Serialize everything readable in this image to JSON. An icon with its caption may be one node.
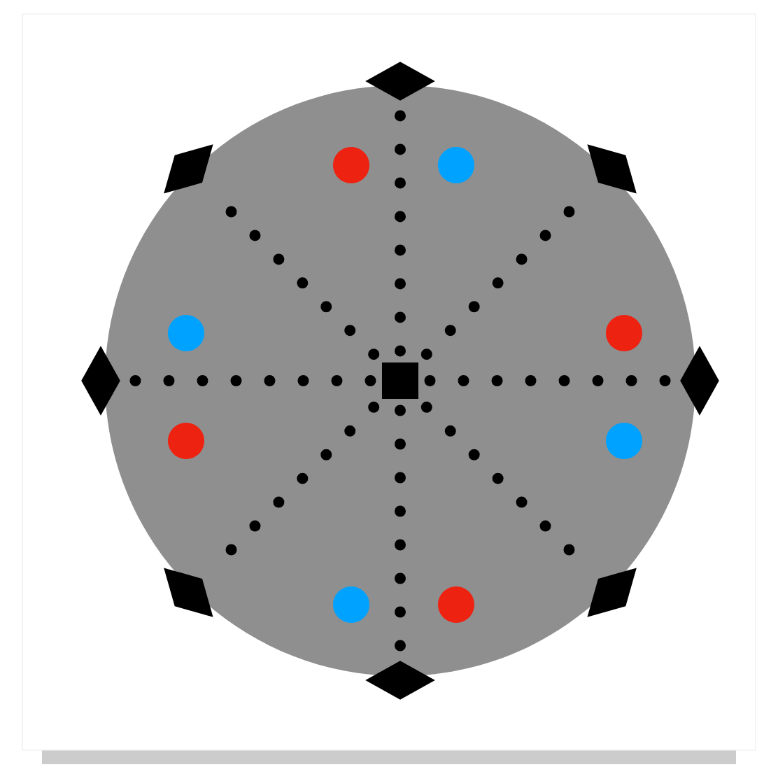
{
  "diagram": {
    "nodes": [
      {
        "text": [],
        "shape": "circle"
      },
      {
        "text": [],
        "shape": "box",
        "in": 0
      },
      {
        "text": [],
        "shape": "diamond"
      },
      {
        "text": [],
        "shape": "diamond"
      },
      {
        "text": [],
        "shape": "diamond"
      },
      {
        "text": [],
        "shape": "diamond"
      },
      {
        "text": [],
        "shape": "diamond"
      },
      {
        "text": [],
        "shape": "diamond"
      },
      {
        "text": [],
        "shape": "diamond"
      },
      {
        "text": [],
        "shape": "diamond"
      },
      {
        "text": [],
        "shape": "circle",
        "in": 0
      },
      {
        "text": [],
        "shape": "circle",
        "in": 0
      },
      {
        "text": [],
        "shape": "circle",
        "in": 0
      },
      {
        "text": [],
        "shape": "circle",
        "in": 0
      },
      {
        "text": [],
        "shape": "circle",
        "in": 0
      },
      {
        "text": [],
        "shape": "circle",
        "in": 0
      },
      {
        "text": [],
        "shape": "circle",
        "in": 0
      },
      {
        "text": [],
        "shape": "circle",
        "in": 0
      }
    ],
    "edges": [
      {
        "from": 1,
        "to": 2,
        "arrow": "none",
        "style": "dashed"
      },
      {
        "from": 1,
        "to": 3,
        "arrow": "none",
        "style": "dashed"
      },
      {
        "from": 1,
        "to": 4,
        "arrow": "none",
        "style": "dashed"
      },
      {
        "from": 1,
        "to": 5,
        "arrow": "none",
        "style": "dashed"
      },
      {
        "from": 1,
        "to": 6,
        "arrow": "none",
        "style": "dashed"
      },
      {
        "from": 1,
        "to": 7,
        "arrow": "none",
        "style": "dashed"
      },
      {
        "from": 1,
        "to": 8,
        "arrow": "none",
        "style": "dashed"
      },
      {
        "from": 1,
        "to": 9,
        "arrow": "none",
        "style": "dashed"
      }
    ]
  }
}
